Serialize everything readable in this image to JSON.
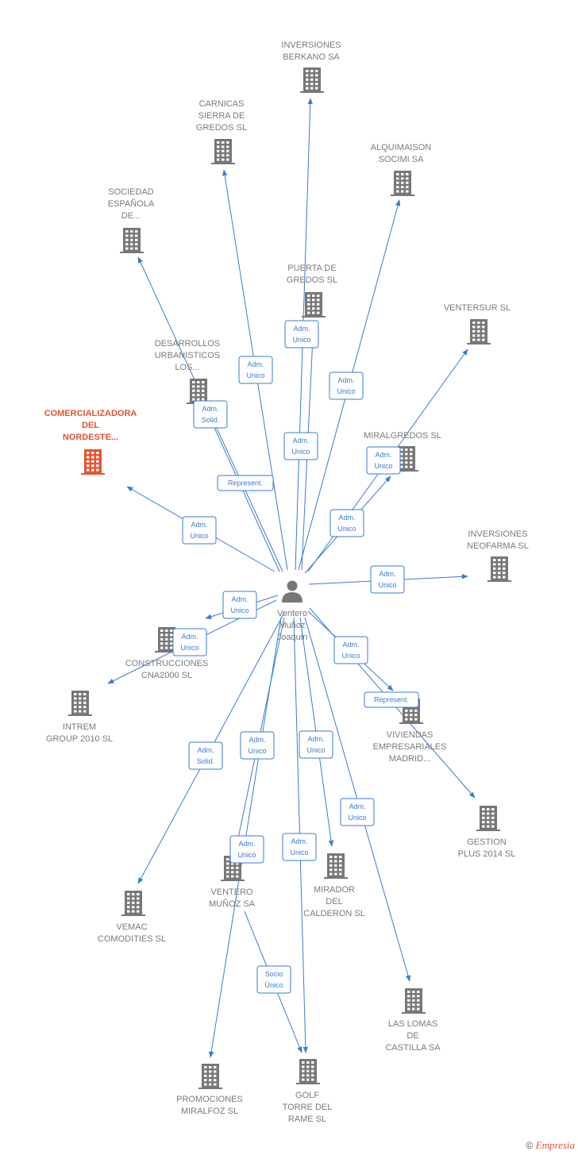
{
  "person": {
    "id": "person",
    "lines": [
      "Ventero",
      "Muñoz",
      "Joaquin"
    ]
  },
  "companies": [
    {
      "id": "inversiones-berkano",
      "lines": [
        "INVERSIONES",
        "BERKANO SA"
      ],
      "highlight": false
    },
    {
      "id": "carnicas-sierra",
      "lines": [
        "CARNICAS",
        "SIERRA DE",
        "GREDOS SL"
      ],
      "highlight": false
    },
    {
      "id": "alquimaison",
      "lines": [
        "ALQUIMAISON",
        "SOCIMI SA"
      ],
      "highlight": false
    },
    {
      "id": "sociedad-espanola",
      "lines": [
        "SOCIEDAD",
        "ESPAÑOLA",
        "DE..."
      ],
      "highlight": false
    },
    {
      "id": "puerta-gredos",
      "lines": [
        "PUERTA DE",
        "GREDOS SL"
      ],
      "highlight": false
    },
    {
      "id": "ventersur",
      "lines": [
        "VENTERSUR SL"
      ],
      "highlight": false
    },
    {
      "id": "desarrollos-urbanisticos",
      "lines": [
        "DESARROLLOS",
        "URBANISTICOS",
        "LOS..."
      ],
      "highlight": false
    },
    {
      "id": "comercializadora",
      "lines": [
        "COMERCIALIZADORA",
        "DEL",
        "NORDESTE..."
      ],
      "highlight": true
    },
    {
      "id": "miralgredos",
      "lines": [
        "MIRALGREDOS SL"
      ],
      "highlight": false
    },
    {
      "id": "inversiones-neofarma",
      "lines": [
        "INVERSIONES",
        "NEOFARMA SL"
      ],
      "highlight": false
    },
    {
      "id": "construcciones-cna2000",
      "lines": [
        "CONSTRUCCIONES",
        "CNA2000 SL"
      ],
      "highlight": false
    },
    {
      "id": "intrem-group",
      "lines": [
        "INTREM",
        "GROUP 2010 SL"
      ],
      "highlight": false
    },
    {
      "id": "viviendas-empresariales",
      "lines": [
        "VIVIENDAS",
        "EMPRESARIALES",
        "MADRID..."
      ],
      "highlight": false
    },
    {
      "id": "gestion-plus",
      "lines": [
        "GESTION",
        "PLUS 2014  SL"
      ],
      "highlight": false
    },
    {
      "id": "vemac-comodities",
      "lines": [
        "VEMAC",
        "COMODITIES SL"
      ],
      "highlight": false
    },
    {
      "id": "ventero-munoz-sa",
      "lines": [
        "VENTERO",
        "MUÑOZ SA"
      ],
      "highlight": false
    },
    {
      "id": "mirador-calderon",
      "lines": [
        "MIRADOR",
        "DEL",
        "CALDERON SL"
      ],
      "highlight": false
    },
    {
      "id": "las-lomas",
      "lines": [
        "LAS LOMAS",
        "DE",
        "CASTILLA SA"
      ],
      "highlight": false
    },
    {
      "id": "promociones-miralfoz",
      "lines": [
        "PROMOCIONES",
        "MIRALFOZ SL"
      ],
      "highlight": false
    },
    {
      "id": "golf-torre",
      "lines": [
        "GOLF",
        "TORRE DEL",
        "RAME SL"
      ],
      "highlight": false
    }
  ],
  "edges": [
    {
      "from": "person",
      "to": "inversiones-berkano",
      "label": [
        "Adm.",
        "Unico"
      ]
    },
    {
      "from": "person",
      "to": "carnicas-sierra",
      "label": [
        "Adm.",
        "Unico"
      ]
    },
    {
      "from": "person",
      "to": "alquimaison",
      "label": [
        "Adm.",
        "Unico"
      ]
    },
    {
      "from": "person",
      "to": "sociedad-espanola",
      "label": [
        "Adm.",
        "Solid."
      ]
    },
    {
      "from": "person",
      "to": "puerta-gredos",
      "label": [
        "Adm.",
        "Unico"
      ]
    },
    {
      "from": "person",
      "to": "ventersur",
      "label": [
        "Adm.",
        "Unico"
      ]
    },
    {
      "from": "person",
      "to": "desarrollos-urbanisticos",
      "label": [
        "Represent."
      ]
    },
    {
      "from": "person",
      "to": "comercializadora",
      "label": [
        "Adm.",
        "Unico"
      ]
    },
    {
      "from": "person",
      "to": "miralgredos",
      "label": [
        "Adm.",
        "Unico"
      ]
    },
    {
      "from": "person",
      "to": "inversiones-neofarma",
      "label": [
        "Adm.",
        "Unico"
      ]
    },
    {
      "from": "person",
      "to": "construcciones-cna2000",
      "label": [
        "Adm.",
        "Unico"
      ]
    },
    {
      "from": "person",
      "to": "intrem-group",
      "label": [
        "Adm.",
        "Unico"
      ]
    },
    {
      "from": "person",
      "to": "viviendas-empresariales",
      "label": [
        "Adm.",
        "Unico"
      ]
    },
    {
      "from": "person",
      "to": "gestion-plus",
      "label": [
        "Represent."
      ]
    },
    {
      "from": "person",
      "to": "vemac-comodities",
      "label": [
        "Adm.",
        "Solid."
      ]
    },
    {
      "from": "person",
      "to": "ventero-munoz-sa",
      "label": [
        "Adm.",
        "Unico"
      ]
    },
    {
      "from": "person",
      "to": "mirador-calderon",
      "label": [
        "Adm.",
        "Unico"
      ]
    },
    {
      "from": "person",
      "to": "las-lomas",
      "label": [
        "Adm.",
        "Unico"
      ]
    },
    {
      "from": "person",
      "to": "promociones-miralfoz",
      "label": [
        "Adm.",
        "Unico"
      ]
    },
    {
      "from": "person",
      "to": "golf-torre",
      "label": [
        "Adm.",
        "Unico"
      ]
    },
    {
      "from": "ventero-munoz-sa",
      "to": "golf-torre",
      "label": [
        "Socio",
        "Único"
      ]
    }
  ],
  "colors": {
    "edge": "#3a7bd5",
    "building": "#777777",
    "highlight": "#e8532f",
    "person": "#777777"
  },
  "footer": {
    "copyright": "©",
    "brand": "Empresia"
  }
}
